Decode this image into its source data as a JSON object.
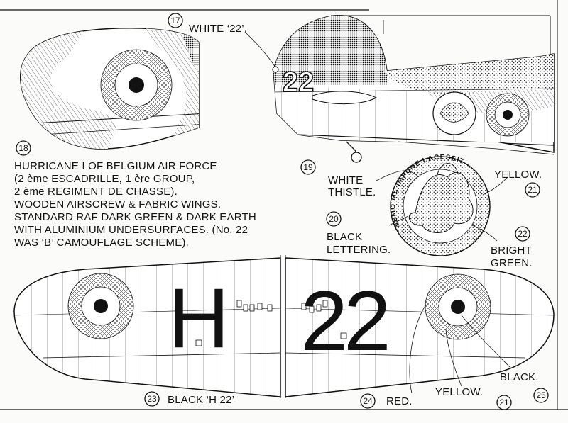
{
  "callouts": {
    "c17": {
      "num": "17",
      "text": "WHITE ‘22’."
    },
    "c18": {
      "num": "18"
    },
    "c19": {
      "num": "19"
    },
    "c20": {
      "num": "20",
      "text_line1": "BLACK",
      "text_line2": "LETTERING."
    },
    "c21a": {
      "num": "21",
      "text": "YELLOW."
    },
    "c22": {
      "num": "22",
      "text_line1": "BRIGHT",
      "text_line2": "GREEN."
    },
    "c23": {
      "num": "23",
      "text": "BLACK ‘H 22’"
    },
    "c24": {
      "num": "24",
      "text": "RED."
    },
    "c21b": {
      "num": "21",
      "text": "YELLOW."
    },
    "c25": {
      "num": "25"
    },
    "thistle": {
      "line1": "WHITE",
      "line2": "THISTLE."
    },
    "black": {
      "text": "BLACK."
    }
  },
  "description": [
    "HURRICANE I OF BELGIUM AIR FORCE",
    "(2 ème ESCADRILLE, 1 ère GROUP,",
    "2 ème REGIMENT DE CHASSE).",
    "WOODEN AIRSCREW & FABRIC WINGS.",
    "STANDARD RAF DARK GREEN & DARK EARTH",
    "WITH ALUMINIUM UNDERSURFACES. (No. 22",
    "WAS ‘B’ CAMOUFLAGE SCHEME)."
  ],
  "markings": {
    "fuselage_code": "22",
    "wing_left_code": "H",
    "wing_right_code": "22",
    "motto": "NEMO ME IMPUNE LACESSIT"
  },
  "colors": {
    "ink": "#111111",
    "paper": "#fbfbf9"
  }
}
